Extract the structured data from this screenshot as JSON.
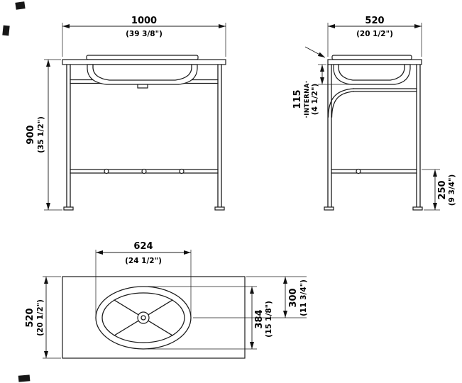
{
  "drawing": {
    "front_view": {
      "width_mm": "1000",
      "width_in": "(39 3/8\")",
      "height_mm": "900",
      "height_in": "(35 1/2\")"
    },
    "side_view": {
      "depth_mm": "520",
      "depth_in": "(20 1/2\")",
      "basin_depth_mm": "115",
      "basin_depth_note": "·INTERNA·",
      "basin_depth_in": "(4 1/2\")",
      "shelf_height_mm": "250",
      "shelf_height_in": "(9 3/4\")"
    },
    "top_view": {
      "basin_width_mm": "624",
      "basin_width_in": "(24 1/2\")",
      "depth_mm": "520",
      "depth_in": "(20 1/2\")",
      "center_offset_mm": "300",
      "center_offset_in": "(11 3/4\")",
      "basin_length_mm": "384",
      "basin_length_in": "(15 1/8\")"
    }
  }
}
